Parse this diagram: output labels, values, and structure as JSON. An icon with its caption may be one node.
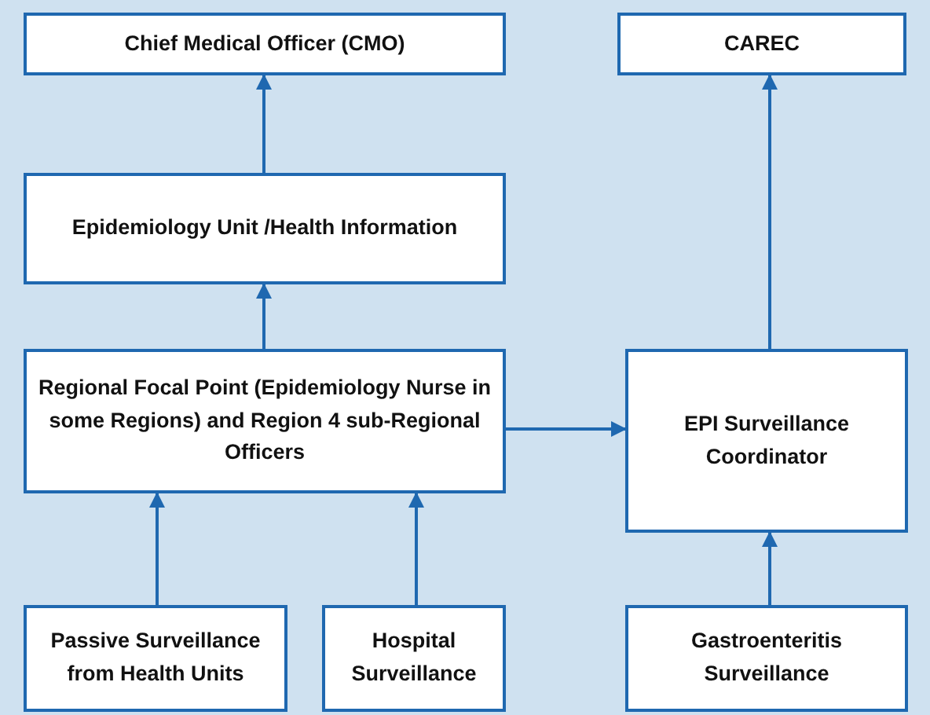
{
  "diagram": {
    "nodes": [
      {
        "text": [
          "Chief Medical Officer (CMO)"
        ]
      },
      {
        "text": [
          "CAREC"
        ]
      },
      {
        "text": [
          "Epidemiology Unit /Health Information"
        ]
      },
      {
        "text": [
          "Regional Focal Point (Epidemiology Nurse in some Regions) and Region 4 sub-Regional Officers"
        ]
      },
      {
        "text": [
          "EPI Surveillance Coordinator"
        ]
      },
      {
        "text": [
          "Passive Surveillance from Health Units"
        ]
      },
      {
        "text": [
          "Hospital Surveillance"
        ]
      },
      {
        "text": [
          "Gastroenteritis Surveillance"
        ]
      }
    ],
    "edges": [
      {
        "from": 2,
        "to": 0,
        "arrow": "to"
      },
      {
        "from": 3,
        "to": 2,
        "arrow": "to"
      },
      {
        "from": 3,
        "to": 4,
        "arrow": "to"
      },
      {
        "from": 5,
        "to": 3,
        "arrow": "to"
      },
      {
        "from": 6,
        "to": 3,
        "arrow": "to"
      },
      {
        "from": 7,
        "to": 4,
        "arrow": "to"
      },
      {
        "from": 4,
        "to": 1,
        "arrow": "to"
      }
    ]
  }
}
